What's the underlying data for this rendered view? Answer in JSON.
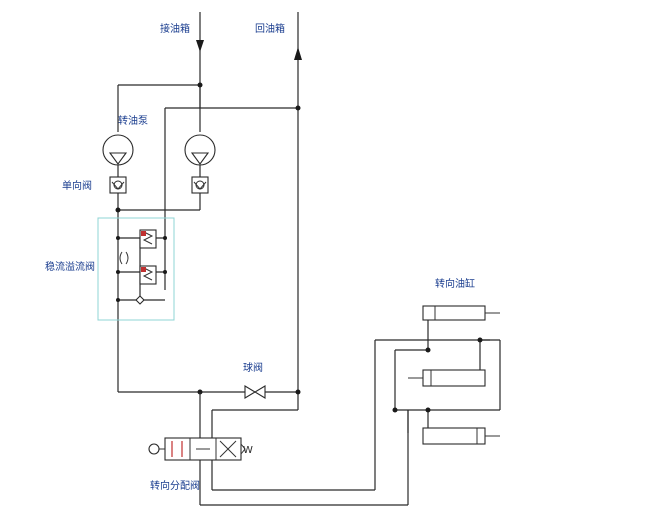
{
  "labels": {
    "oil_in": "接油箱",
    "oil_return": "回油箱",
    "pump": "转油泵",
    "check_valve": "单向阀",
    "flow_valve": "稳流溢流阀",
    "ball_valve": "球阀",
    "steering_cylinder": "转向油缸",
    "steering_valve": "转向分配阀",
    "valve_port": "W"
  },
  "colors": {
    "line": "#2a2a2a",
    "label": "#1a3d8f",
    "dashed_box": "#8fd4d4",
    "valve_arrow": "#c03030"
  }
}
